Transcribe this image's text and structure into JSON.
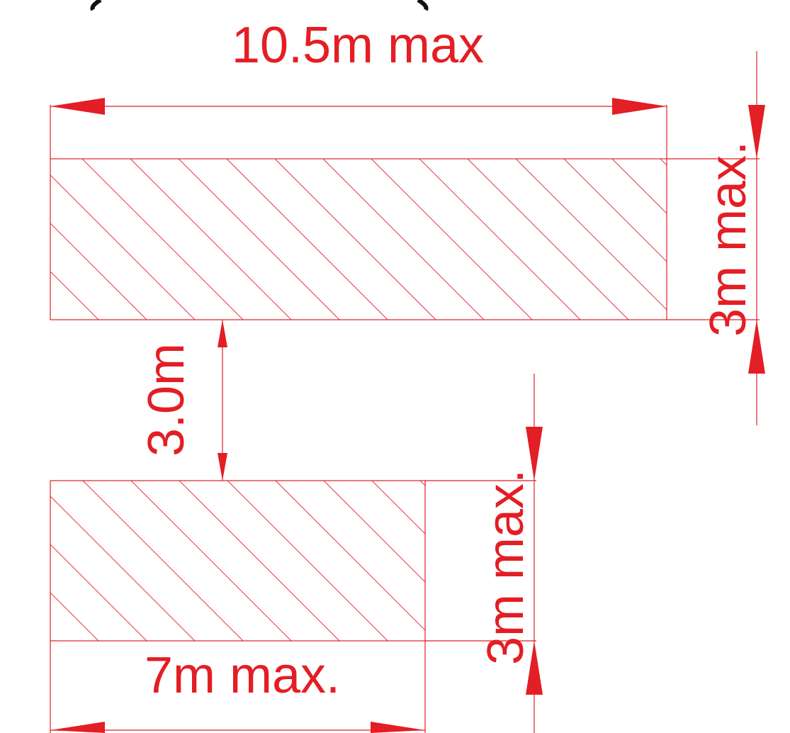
{
  "labels": {
    "top_width": "10.5m max",
    "top_height": "3m max.",
    "gap": "3.0m",
    "bottom_height": "3m max.",
    "bottom_width": "7m max."
  },
  "colors": {
    "drawing": "#e31e24",
    "top_partial_text": "#111111",
    "background": "#ffffff"
  }
}
